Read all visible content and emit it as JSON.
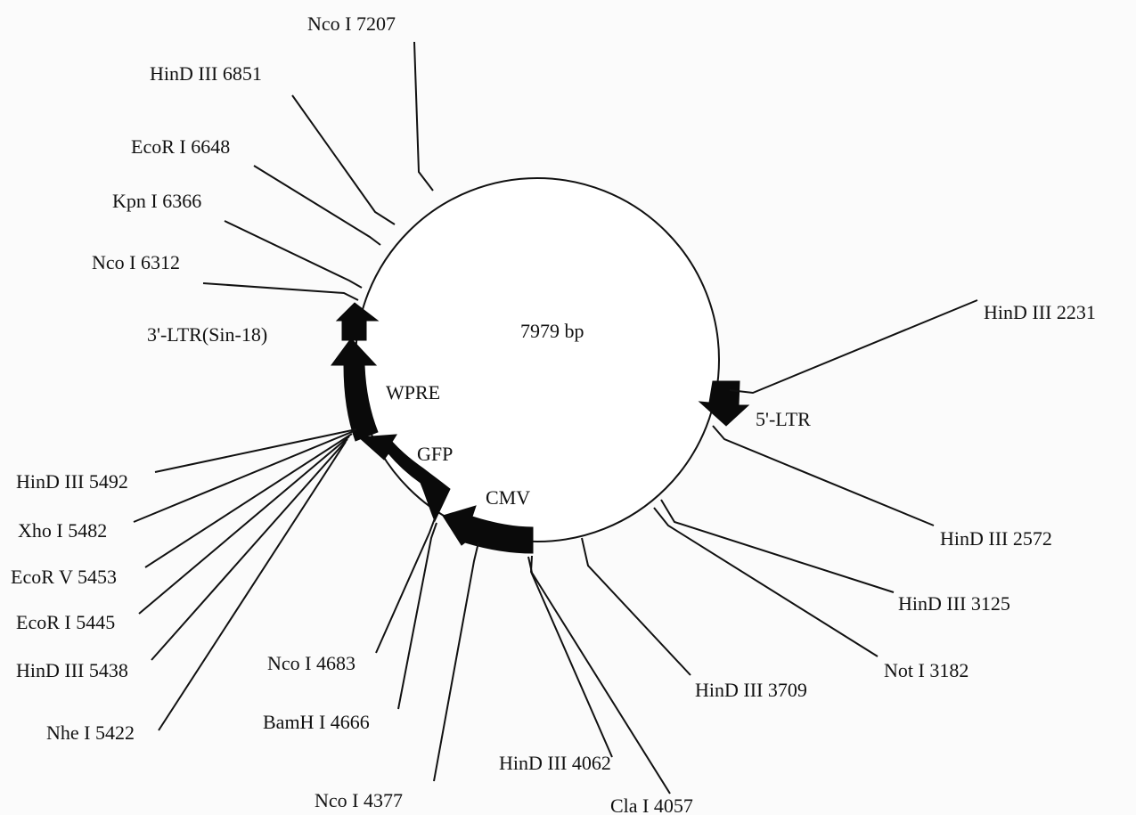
{
  "plasmid": {
    "size_label": "7979 bp"
  },
  "features": {
    "ltr5": "5'-LTR",
    "cmv": "CMV",
    "gfp": "GFP",
    "wpre": "WPRE",
    "ltr3": "3'-LTR(Sin-18)"
  },
  "sites": {
    "nco_7207": "Nco I 7207",
    "hind_6851": "HinD III 6851",
    "ecor1_6648": "EcoR I 6648",
    "kpn_6366": "Kpn I 6366",
    "nco_6312": "Nco I 6312",
    "hind_2231": "HinD III 2231",
    "hind_5492": "HinD III 5492",
    "xho_5482": "Xho I 5482",
    "ecorv_5453": "EcoR V 5453",
    "ecor1_5445": "EcoR I 5445",
    "hind_5438": "HinD III 5438",
    "nhe_5422": "Nhe I 5422",
    "nco_4683": "Nco I 4683",
    "bamh_4666": "BamH I 4666",
    "nco_4377": "Nco I 4377",
    "hind_4062": "HinD III 4062",
    "cla_4057": "Cla I 4057",
    "hind_3709": "HinD III 3709",
    "not_3182": "Not I 3182",
    "hind_3125": "HinD III 3125",
    "hind_2572": "HinD III 2572"
  }
}
